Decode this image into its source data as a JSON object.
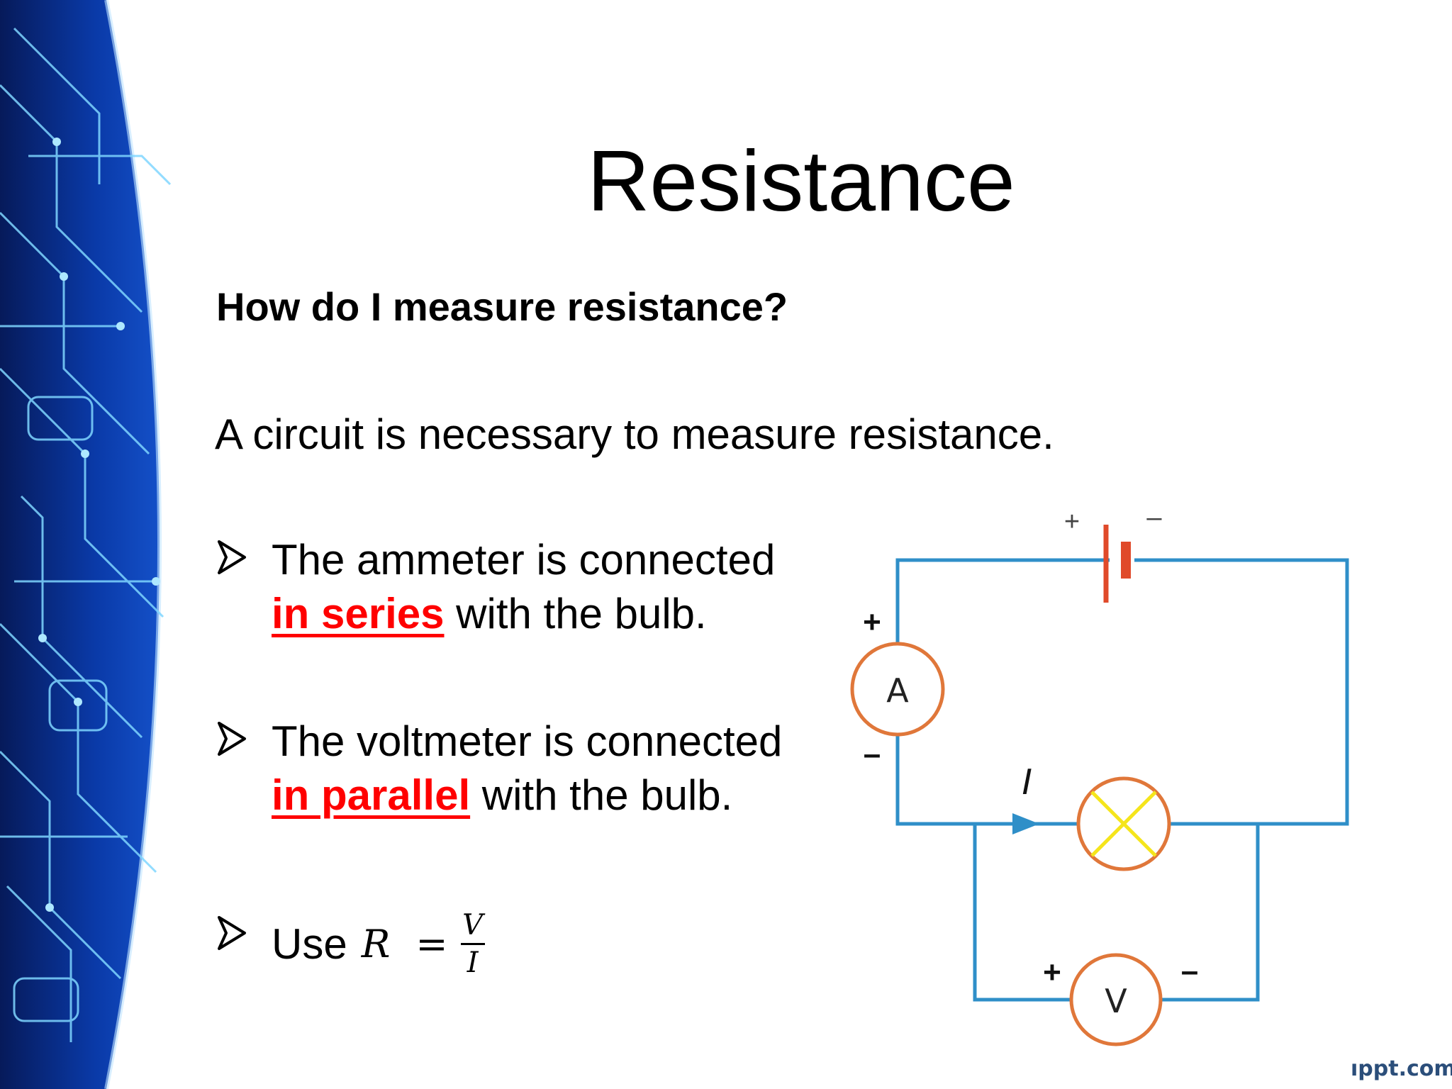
{
  "slide": {
    "title": "Resistance",
    "question": "How do I measure resistance?",
    "intro": "A circuit is necessary to measure resistance.",
    "bullets": [
      {
        "line1": "The ammeter is connected",
        "highlight": "in series",
        "rest": " with the bulb."
      },
      {
        "line1": "The voltmeter is connected",
        "highlight": "in parallel",
        "rest": " with the bulb."
      }
    ],
    "formula": {
      "lead": "Use",
      "lhs": "R",
      "numerator": "V",
      "denominator": "I"
    },
    "highlight_color": "#ff0000"
  },
  "circuit": {
    "battery_plus": "+",
    "battery_minus": "–",
    "ammeter_label": "A",
    "ammeter_plus": "+",
    "ammeter_minus": "–",
    "current_label": "I",
    "voltmeter_label": "V",
    "voltmeter_plus": "+",
    "voltmeter_minus": "–",
    "wire_color": "#2f8fc8",
    "meter_color": "#e0773a",
    "battery_color": "#e04a2a",
    "bulb_cross_color": "#f5e51c"
  },
  "watermark": "ıppt.com"
}
